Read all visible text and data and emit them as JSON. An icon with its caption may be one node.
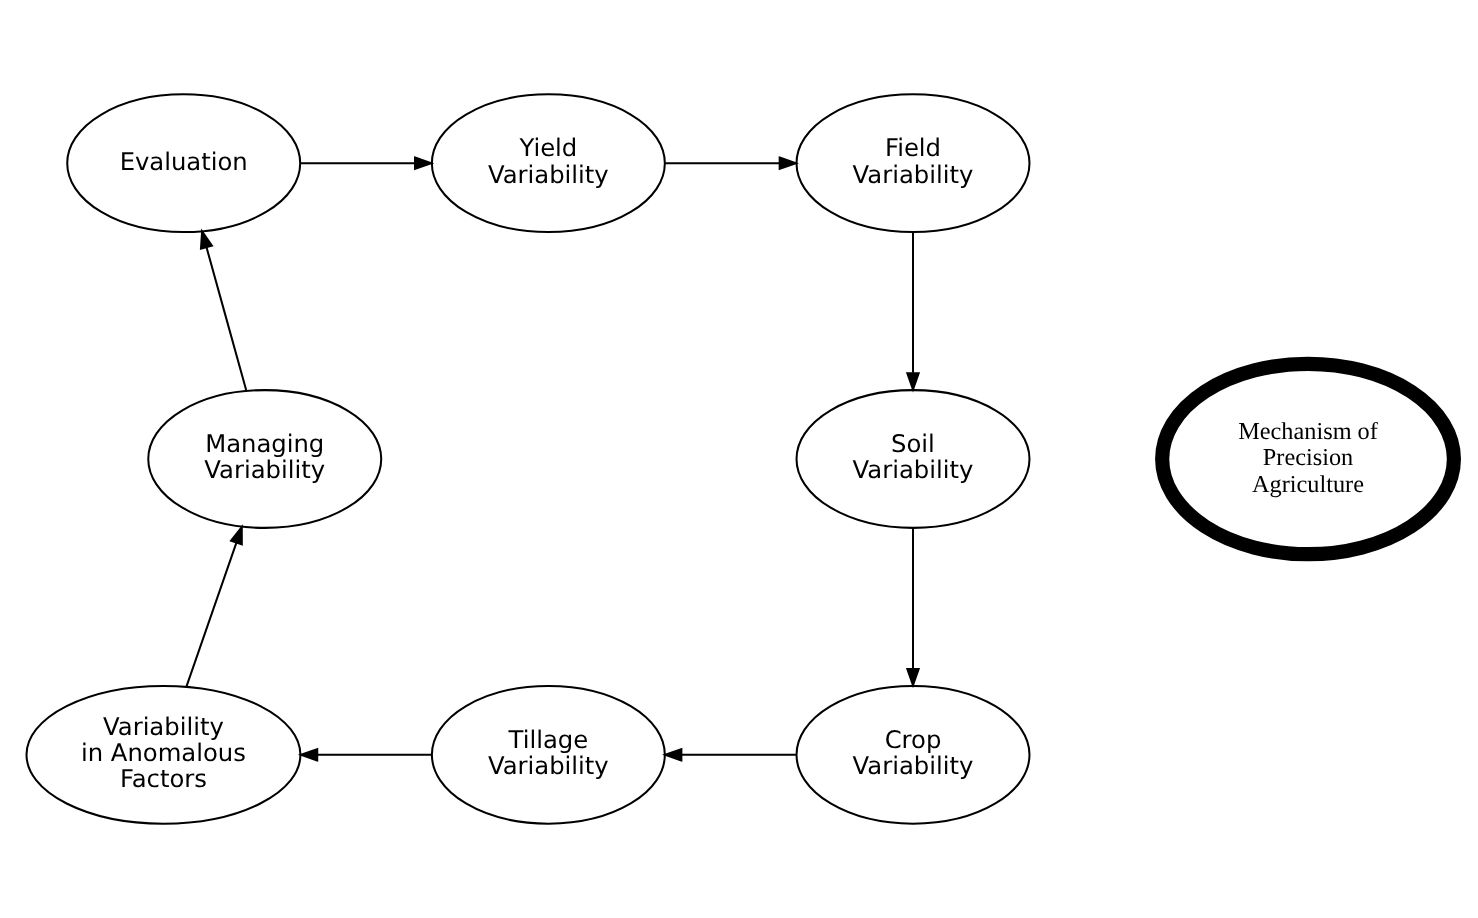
{
  "diagram": {
    "nodes": [
      {
        "text": [
          "Evaluation"
        ]
      },
      {
        "text": [
          "Yield Variability"
        ]
      },
      {
        "text": [
          "Field Variability"
        ]
      },
      {
        "text": [
          "Soil Variability"
        ]
      },
      {
        "text": [
          "Crop Variability"
        ]
      },
      {
        "text": [
          "Tillage Variability"
        ]
      },
      {
        "text": [
          "Variability in Anomalous Factors"
        ]
      },
      {
        "text": [
          "Managing Variability"
        ]
      },
      {
        "text": [
          "Mechanism of Precision Agriculture"
        ]
      }
    ],
    "edges": [
      {
        "from": 0,
        "to": 1,
        "arrow": "to"
      },
      {
        "from": 1,
        "to": 2,
        "arrow": "to"
      },
      {
        "from": 2,
        "to": 3,
        "arrow": "to"
      },
      {
        "from": 3,
        "to": 4,
        "arrow": "to"
      },
      {
        "from": 4,
        "to": 5,
        "arrow": "to"
      },
      {
        "from": 5,
        "to": 6,
        "arrow": "to"
      },
      {
        "from": 6,
        "to": 7,
        "arrow": "to"
      },
      {
        "from": 7,
        "to": 0,
        "arrow": "to"
      }
    ]
  }
}
